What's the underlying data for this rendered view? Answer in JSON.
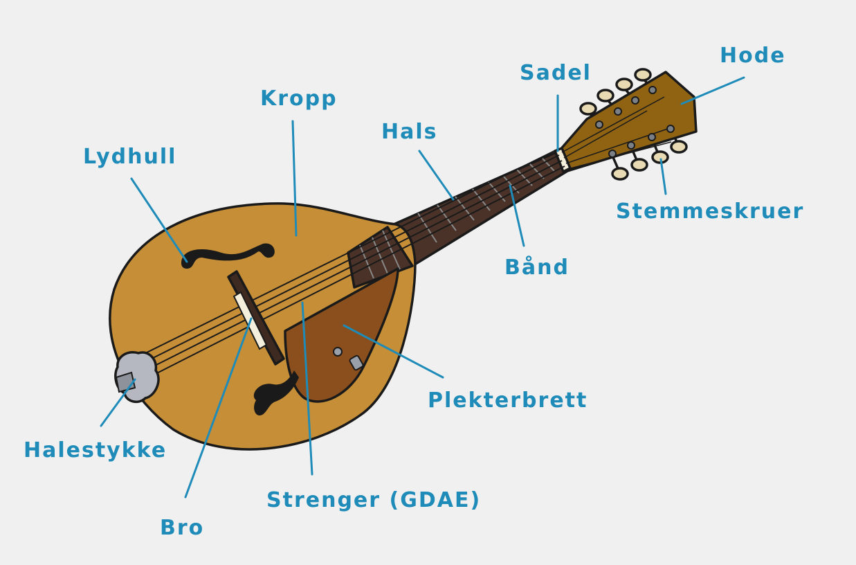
{
  "colors": {
    "background": "#f0f0f0",
    "label": "#1e8bb9",
    "body_wood": "#c68e36",
    "pickguard": "#8a4f1c",
    "headstock": "#8f6312",
    "fretboard": "#4a3228",
    "tuner": "#e8dbb4",
    "tailpiece": "#b5b8c0"
  },
  "labels": {
    "hode": "Hode",
    "sadel": "Sadel",
    "kropp": "Kropp",
    "hals": "Hals",
    "lydhull": "Lydhull",
    "stemmeskruer": "Stemmeskruer",
    "band": "Bånd",
    "plekterbrett": "Plekterbrett",
    "halestykke": "Halestykke",
    "bro": "Bro",
    "strenger": "Strenger (GDAE)"
  }
}
